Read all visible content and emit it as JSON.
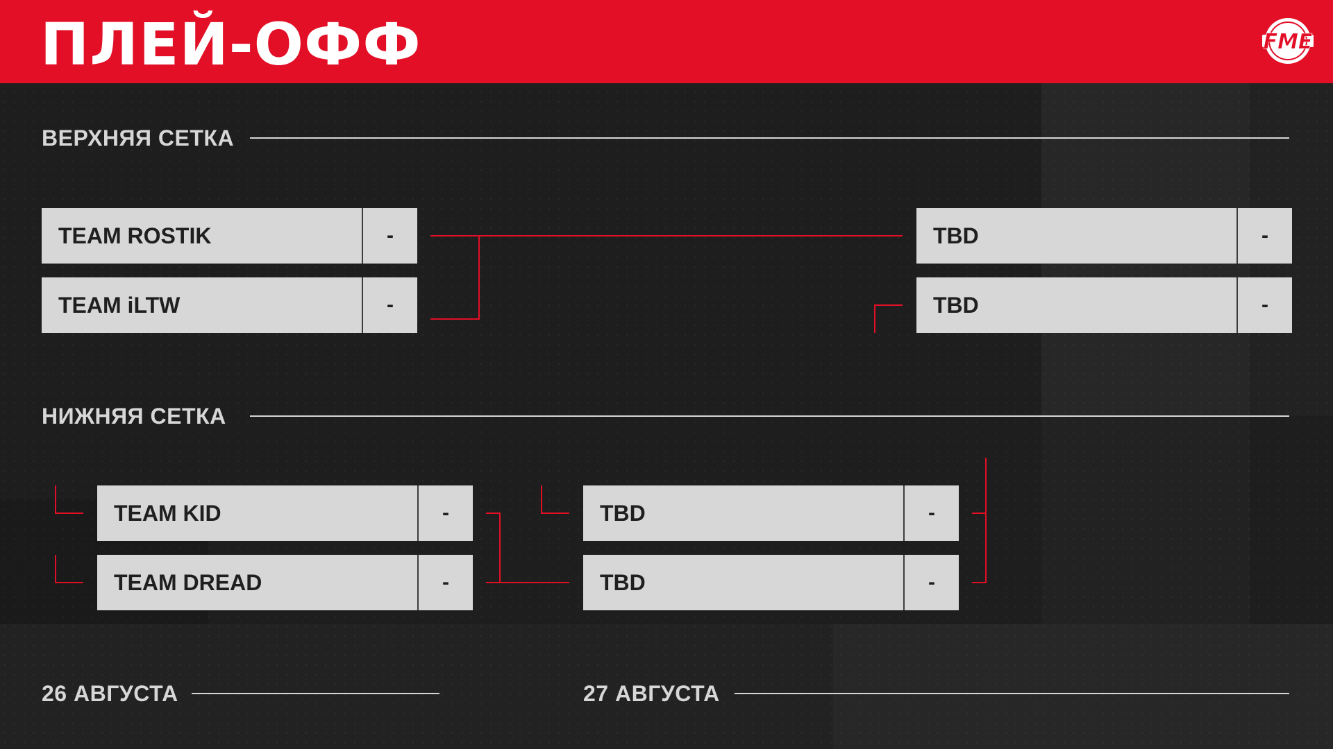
{
  "title": "ПЛЕЙ-ОФФ",
  "logo": {
    "text": "FME",
    "icon": "fme-logo-icon"
  },
  "colors": {
    "header": "#e20f27",
    "background": "#222222",
    "slot": "#d7d7d7",
    "connector": "#e20f27",
    "text_light": "#d7d7d7",
    "text_dark": "#1f1f1f"
  },
  "upper_bracket": {
    "label": "ВЕРХНЯЯ СЕТКА",
    "round1": [
      {
        "team": "TEAM ROSTIK",
        "score": "-"
      },
      {
        "team": "TEAM iLTW",
        "score": "-"
      }
    ],
    "final": [
      {
        "team": "TBD",
        "score": "-"
      },
      {
        "team": "TBD",
        "score": "-"
      }
    ]
  },
  "lower_bracket": {
    "label": "НИЖНЯЯ СЕТКА",
    "round1": [
      {
        "team": "TEAM KID",
        "score": "-"
      },
      {
        "team": "TEAM DREAD",
        "score": "-"
      }
    ],
    "round2": [
      {
        "team": "TBD",
        "score": "-"
      },
      {
        "team": "TBD",
        "score": "-"
      }
    ]
  },
  "dates": {
    "day1": "26 АВГУСТА",
    "day2": "27 АВГУСТА"
  }
}
